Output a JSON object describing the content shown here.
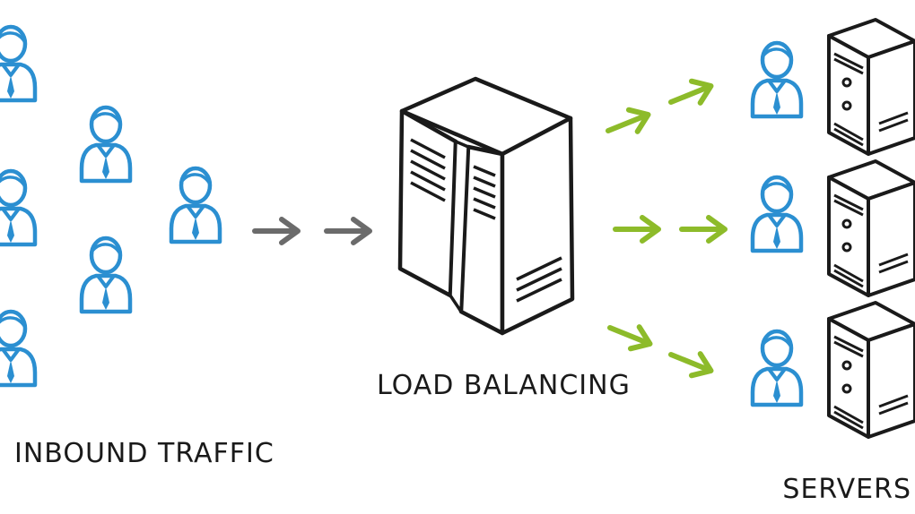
{
  "diagram": {
    "labels": {
      "inbound": "INBOUND TRAFFIC",
      "balancer": "LOAD BALANCING",
      "servers": "SERVERS"
    },
    "colors": {
      "user": "#2b8fd1",
      "inbound_arrow": "#6b6b6b",
      "outbound_arrow": "#8dbb2a",
      "ink": "#1a1a1a"
    },
    "icons": {
      "user": "user-icon",
      "server": "server-icon",
      "balancer": "load-balancer-icon"
    }
  }
}
